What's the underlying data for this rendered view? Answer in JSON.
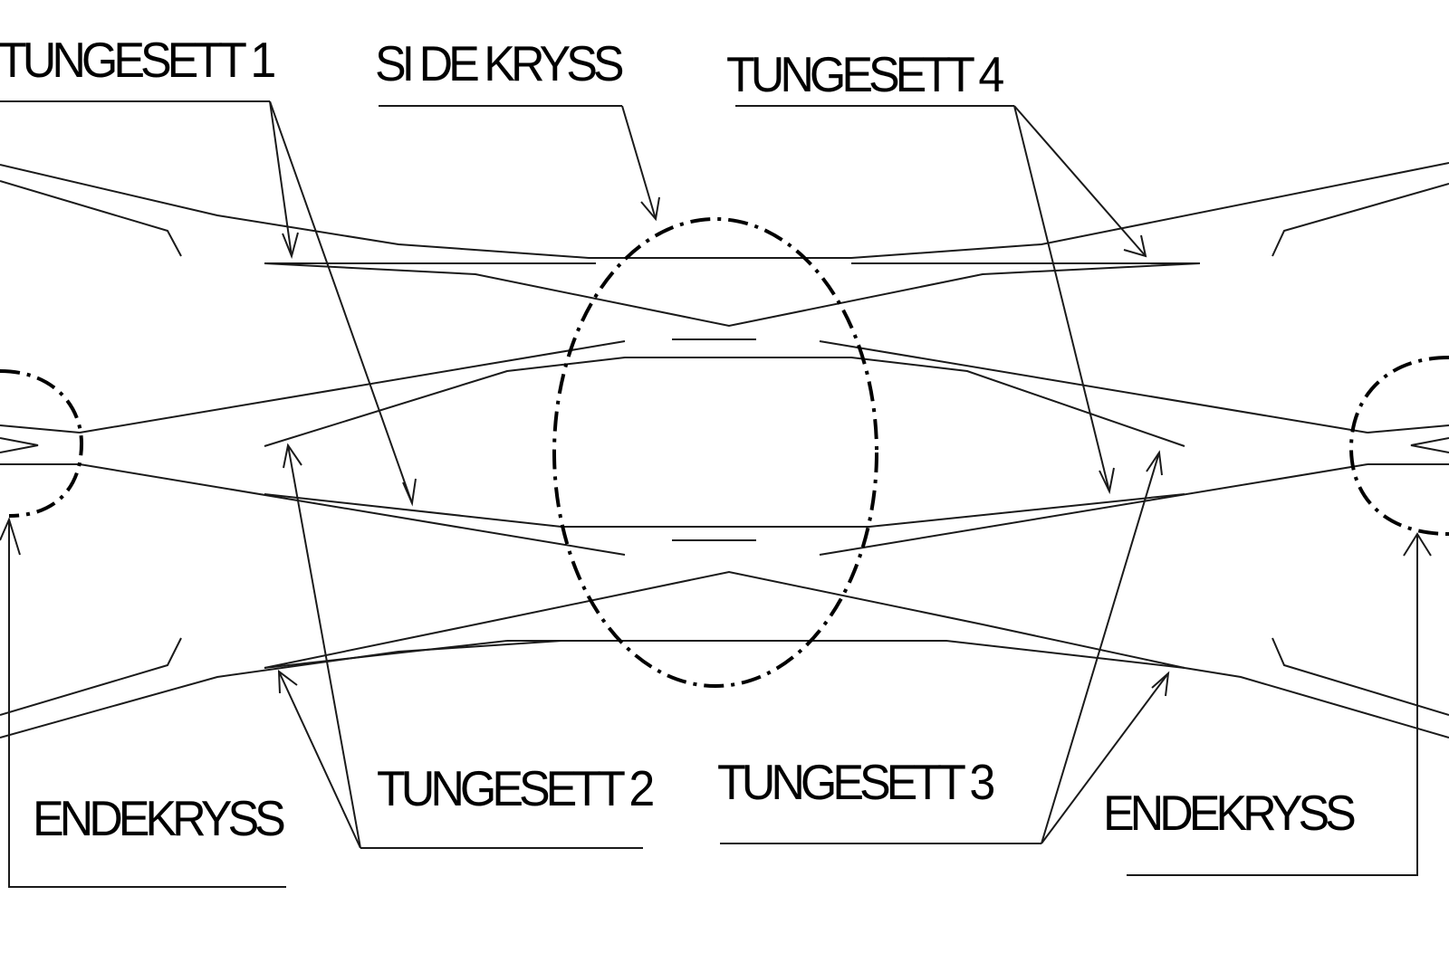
{
  "labels": {
    "tungesett_1": "TUNGESETT 1",
    "side_kryss": "SI DE KRYSS",
    "tungesett_4": "TUNGESETT 4",
    "tungesett_2": "TUNGESETT 2",
    "tungesett_3": "TUNGESETT 3",
    "endekryss_left": "ENDEKRYSS",
    "endekryss_right": "ENDEKRYSS"
  },
  "colors": {
    "line": "#1a1a1a",
    "background": "#ffffff"
  }
}
